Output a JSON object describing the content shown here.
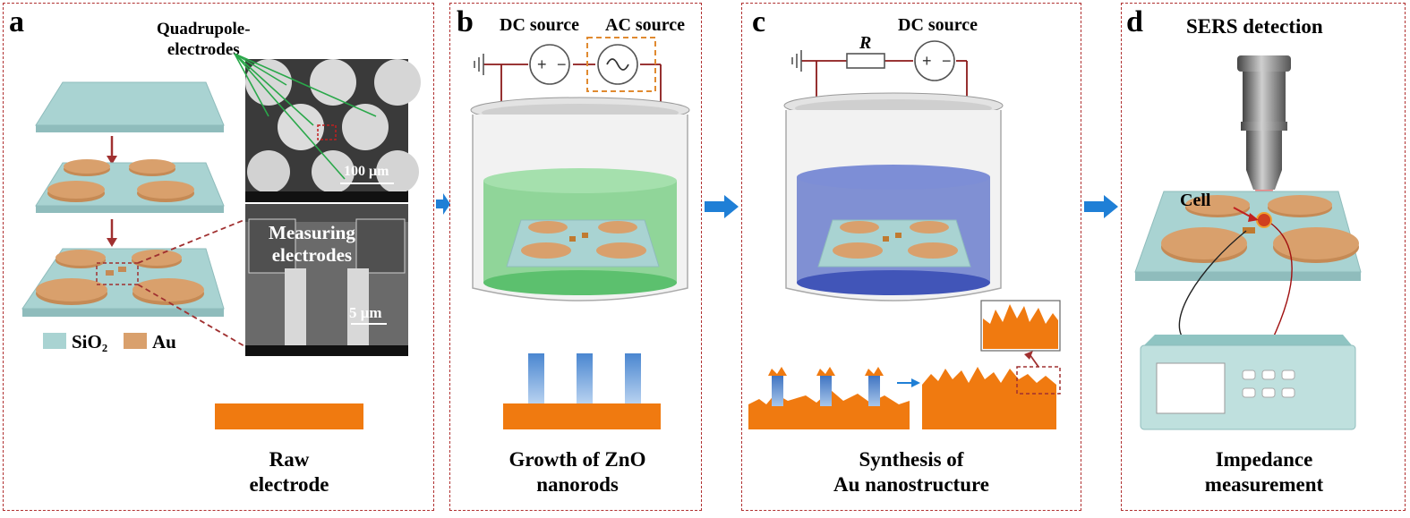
{
  "panels": {
    "a": {
      "label": "a",
      "annotation": "Quadrupole-\nelectrodes",
      "sem_scale_top": "100 μm",
      "sem_measuring": "Measuring\nelectrodes",
      "sem_scale_bottom": "5 μm",
      "legend": {
        "sio2": "SiO₂",
        "au": "Au"
      },
      "caption": "Raw\nelectrode"
    },
    "b": {
      "label": "b",
      "dc_source": "DC source",
      "ac_source": "AC source",
      "caption": "Growth of ZnO\nnanorods"
    },
    "c": {
      "label": "c",
      "resistor": "R",
      "dc_source": "DC source",
      "caption": "Synthesis of\nAu nanostructure"
    },
    "d": {
      "label": "d",
      "title": "SERS detection",
      "cell_label": "Cell",
      "caption": "Impedance\nmeasurement"
    }
  },
  "colors": {
    "substrate": "#a9d3d2",
    "gold": "#d9a06c",
    "electrode_orange": "#f07a10",
    "zno_blue": "#4a86d0",
    "green_solution": "#7fd08a",
    "blue_solution": "#5a6fc8",
    "flow_arrow": "#1f7fd6",
    "border": "#b03030",
    "wire": "#8b1a1a"
  }
}
